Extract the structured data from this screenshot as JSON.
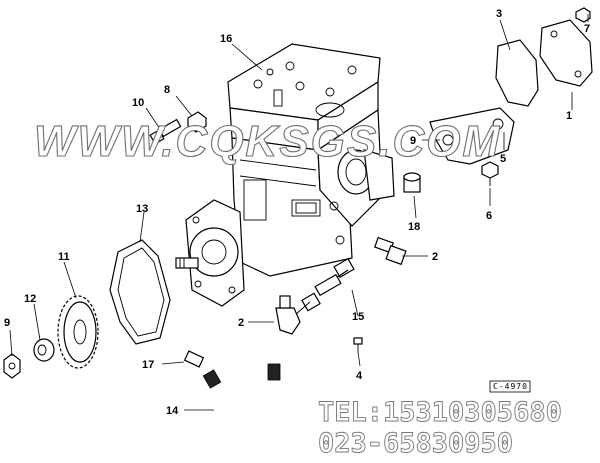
{
  "callouts": [
    {
      "id": "c1",
      "label": "1"
    },
    {
      "id": "c2a",
      "label": "2"
    },
    {
      "id": "c2b",
      "label": "2"
    },
    {
      "id": "c3",
      "label": "3"
    },
    {
      "id": "c4",
      "label": "4"
    },
    {
      "id": "c5",
      "label": "5"
    },
    {
      "id": "c6",
      "label": "6"
    },
    {
      "id": "c7",
      "label": "7"
    },
    {
      "id": "c8",
      "label": "8"
    },
    {
      "id": "c9a",
      "label": "9"
    },
    {
      "id": "c9b",
      "label": "9"
    },
    {
      "id": "c10",
      "label": "10"
    },
    {
      "id": "c11",
      "label": "11"
    },
    {
      "id": "c12",
      "label": "12"
    },
    {
      "id": "c13",
      "label": "13"
    },
    {
      "id": "c14",
      "label": "14"
    },
    {
      "id": "c15",
      "label": "15"
    },
    {
      "id": "c16",
      "label": "16"
    },
    {
      "id": "c17",
      "label": "17"
    },
    {
      "id": "c18",
      "label": "18"
    }
  ],
  "watermark": "WWW.CQKSGS.COM",
  "contact": {
    "tel": "TEL:15310305680",
    "phone": "023-65830950"
  },
  "stamp": "C-4970"
}
